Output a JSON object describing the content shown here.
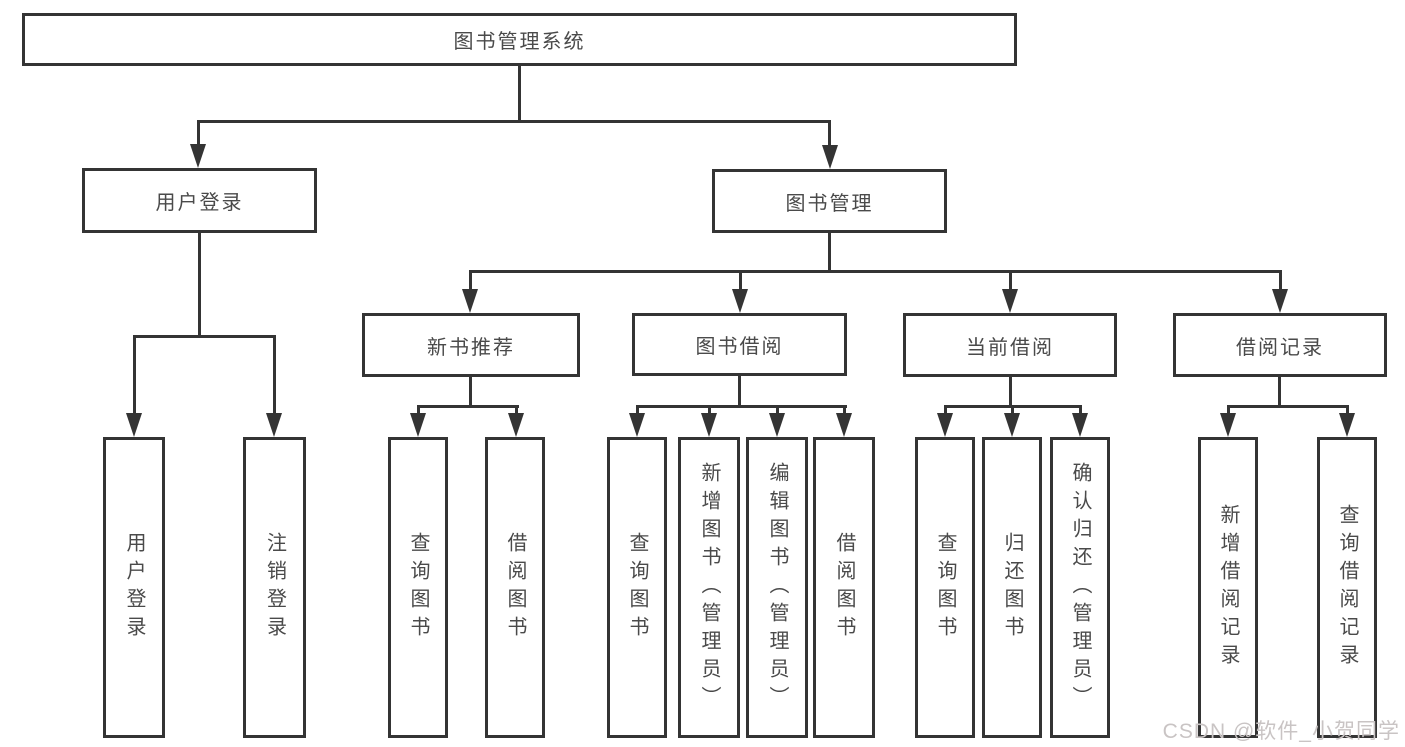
{
  "diagram": {
    "root": "图书管理系统",
    "user_login": {
      "label": "用户登录",
      "children": {
        "login": "用户登录",
        "logout": "注销登录"
      }
    },
    "book_management": {
      "label": "图书管理",
      "new_book_recommendation": {
        "label": "新书推荐",
        "children": {
          "query_books": "查询图书",
          "borrow_books": "借阅图书"
        }
      },
      "book_borrowing": {
        "label": "图书借阅",
        "children": {
          "query_books": "查询图书",
          "add_books_admin": "新增图书（管理员）",
          "edit_books_admin": "编辑图书（管理员）",
          "borrow_books": "借阅图书"
        }
      },
      "current_borrowing": {
        "label": "当前借阅",
        "children": {
          "query_books": "查询图书",
          "return_books": "归还图书",
          "confirm_return_admin": "确认归还（管理员）"
        }
      },
      "borrowing_records": {
        "label": "借阅记录",
        "children": {
          "add_record": "新增借阅记录",
          "query_record": "查询借阅记录"
        }
      }
    }
  },
  "watermark": "CSDN @软件_小贺同学",
  "colors": {
    "line": "#343434",
    "text": "#4a4a4a",
    "box_background": "#ffffff",
    "page_background": "#ffffff",
    "watermark": "#c9c4c4"
  }
}
